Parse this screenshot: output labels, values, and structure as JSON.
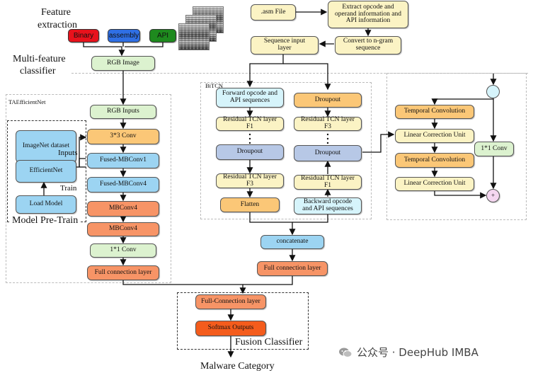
{
  "sections": {
    "feature_extraction": [
      "Feature",
      "extraction"
    ],
    "multi_feature_classifier": [
      "Multi-feature",
      "classifier"
    ],
    "taefficientnet": "TAEfficientNet",
    "bitcn": "BiTCN",
    "model_pretrain": "Model Pre-Train",
    "fusion_classifier": "Fusion Classifier",
    "malware_category": "Malware Category"
  },
  "feature_chips": {
    "binary": "Binary",
    "assembly": "assembly",
    "api": "API"
  },
  "colors": {
    "binary": "#e8121c",
    "assembly": "#2f6fe4",
    "api": "#1e8a1e",
    "green_box": "#dcf2cf",
    "orange_box": "#fbc777",
    "red_box": "#f79466",
    "blue_box": "#9cd4f2",
    "steel_box": "#b7c8e6",
    "cream_box": "#fbf3c4",
    "cyan_circle": "#d6f4fb",
    "pink_circle": "#f4d6f0"
  },
  "pipeline": {
    "rgb_image": "RGB Image",
    "rgb_inputs": "RGB Inputs",
    "conv3": "3*3 Conv",
    "fused1": "Fused-MBConv1",
    "fused4": "Fused-MBConv4",
    "mb4a": "MBConv4",
    "mb4b": "MBConv4",
    "conv1": "1*1 Conv",
    "fc": "Full connection layer"
  },
  "pretrain": {
    "imagenet": "ImageNet dataset",
    "efficientnet": "EfficientNet",
    "load_model": "Load Model",
    "inputs": "Inputs",
    "train": "Train"
  },
  "asm": {
    "asm_file": ".asm File",
    "extract": [
      "Extract opcode and",
      "operand information and",
      "API information"
    ],
    "ngram": [
      "Convert to n-gram",
      "sequence"
    ],
    "seq_input": [
      "Sequence input",
      "layer"
    ]
  },
  "bitcn": {
    "forward_seq": [
      "Forward opcode and",
      "API sequences"
    ],
    "res_f1_left": "Residual TCN layer F1",
    "dropout_left": "Droupout",
    "res_f3_left": "Residual TCN layer F3",
    "flatten": "Flatten",
    "dropout_right_top": "Droupout",
    "res_f3_right": "Residual TCN layer F3",
    "dropout_right": "Droupout",
    "res_f1_right": "Residual TCN layer F1",
    "backward_seq": [
      "Backward opcode",
      "and API sequences"
    ],
    "concatenate": "concatenate",
    "fc": "Full connection layer"
  },
  "tcn_block": {
    "temporal1": "Temporal Convolution",
    "linear1": "Linear Correction Unit",
    "temporal2": "Temporal Convolution",
    "linear2": "Linear Correction Unit",
    "conv1x1": "1*1 Conv",
    "plus": "+"
  },
  "fusion": {
    "full_connection": "Full-Connection layer",
    "softmax": "Softmax Outputs"
  },
  "watermark": "公众号 · DeepHub IMBA"
}
